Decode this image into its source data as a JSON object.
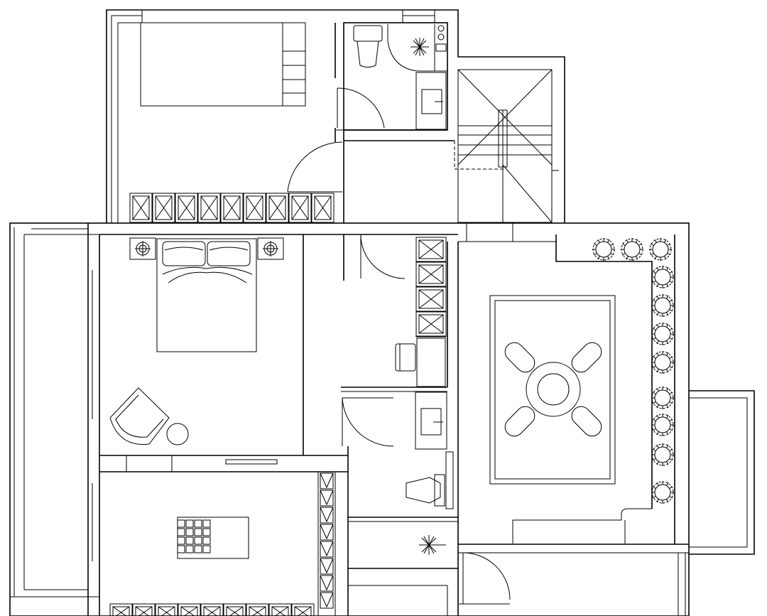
{
  "drawing": {
    "kind": "architectural floor plan",
    "line_color": "#000000",
    "background": "#ffffff",
    "rooms": [
      "upper-bedroom",
      "upper-bathroom",
      "stairwell",
      "landing",
      "master-bedroom",
      "corridor",
      "lower-bathroom",
      "study",
      "dining-room",
      "utility-room",
      "left-balcony",
      "right-balcony"
    ],
    "fixtures": [
      "bed-icon",
      "toilet-icon",
      "shower-icon",
      "sink-icon",
      "lamp-icon",
      "armchair-icon",
      "side-table-icon",
      "wardrobe-icon",
      "desk-icon",
      "chair-icon",
      "dining-table-icon",
      "planter-icon",
      "floor-drain-icon",
      "door-swing-icon"
    ]
  }
}
